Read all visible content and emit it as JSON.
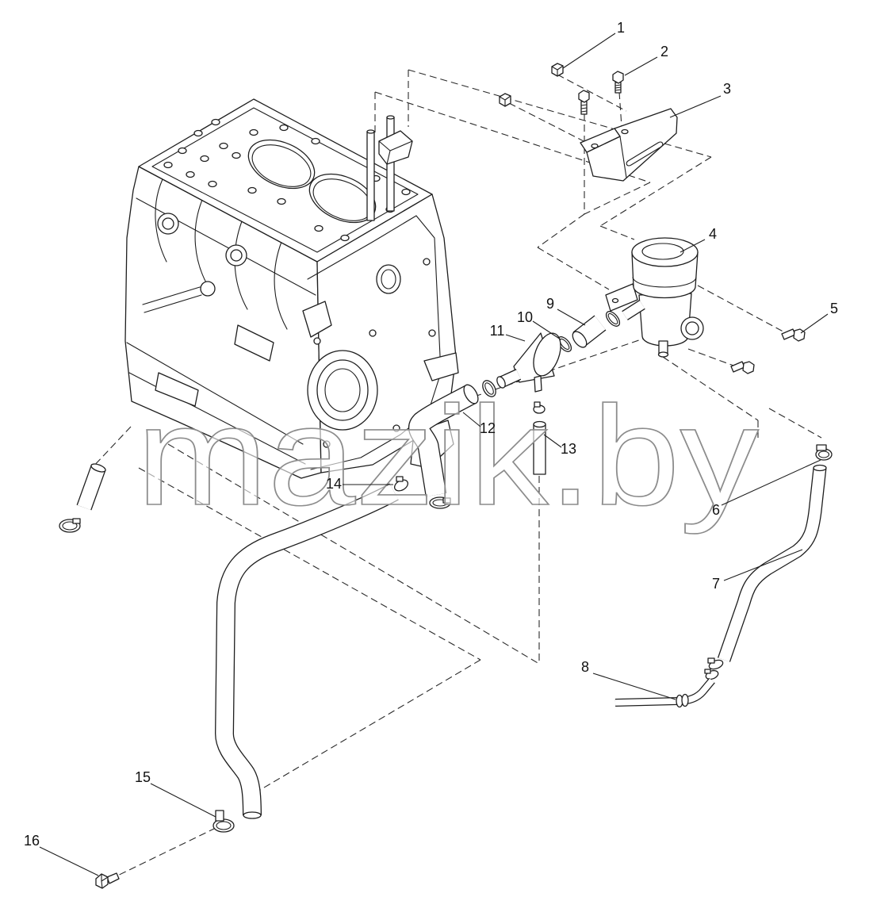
{
  "diagram": {
    "callouts": [
      "1",
      "2",
      "3",
      "4",
      "5",
      "6",
      "7",
      "8",
      "9",
      "10",
      "11",
      "12",
      "13",
      "14",
      "15",
      "16"
    ]
  },
  "watermark": {
    "text": "mazik.by"
  },
  "colors": {
    "line": "#1e1e1e",
    "background": "#ffffff",
    "watermark_outline": "#8c8c8c"
  }
}
